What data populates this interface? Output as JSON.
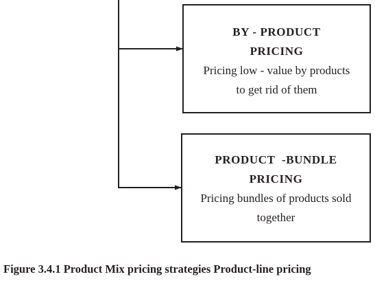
{
  "boxes": {
    "byproduct": {
      "title_line1": "BY - PRODUCT",
      "title_line2": "PRICING",
      "desc_line1": "Pricing low - value by products",
      "desc_line2": "to get rid of them"
    },
    "bundle": {
      "title_line1": "PRODUCT  -BUNDLE",
      "title_line2": "PRICING",
      "desc_line1": "Pricing bundles of products sold",
      "desc_line2": "together"
    }
  },
  "caption": "Figure 3.4.1 Product Mix pricing strategies Product-line pricing",
  "colors": {
    "ink": "#231f20",
    "background": "#ffffff"
  }
}
